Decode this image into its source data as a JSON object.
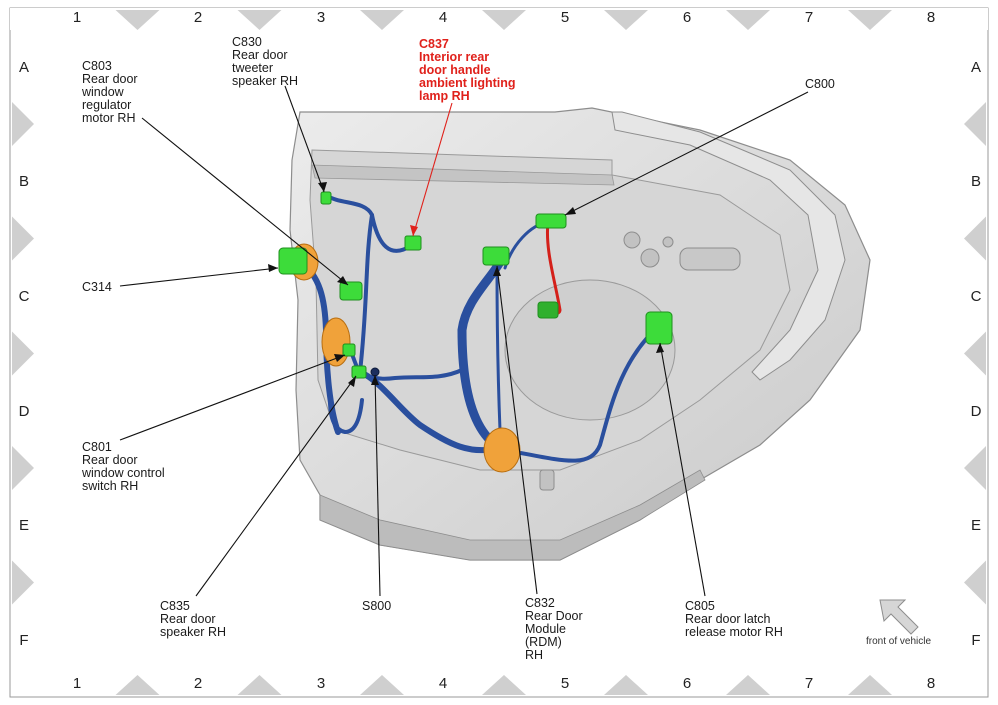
{
  "grid": {
    "columns": [
      "1",
      "2",
      "3",
      "4",
      "5",
      "6",
      "7",
      "8"
    ],
    "rows": [
      "A",
      "B",
      "C",
      "D",
      "E",
      "F"
    ]
  },
  "callouts": [
    {
      "id": "c803",
      "lines": [
        "C803",
        "Rear door",
        "window",
        "regulator",
        "motor RH"
      ],
      "highlight": false
    },
    {
      "id": "c830",
      "lines": [
        "C830",
        "Rear door",
        "tweeter",
        "speaker RH"
      ],
      "highlight": false
    },
    {
      "id": "c837",
      "lines": [
        "C837",
        "Interior rear",
        "door handle",
        "ambient lighting",
        "lamp RH"
      ],
      "highlight": true
    },
    {
      "id": "c800",
      "lines": [
        "C800"
      ],
      "highlight": false
    },
    {
      "id": "c314",
      "lines": [
        "C314"
      ],
      "highlight": false
    },
    {
      "id": "c801",
      "lines": [
        "C801",
        "Rear door",
        "window control",
        "switch RH"
      ],
      "highlight": false
    },
    {
      "id": "c835",
      "lines": [
        "C835",
        "Rear door",
        "speaker RH"
      ],
      "highlight": false
    },
    {
      "id": "s800",
      "lines": [
        "S800"
      ],
      "highlight": false
    },
    {
      "id": "c832",
      "lines": [
        "C832",
        "Rear Door",
        "Module",
        "(RDM)",
        "RH"
      ],
      "highlight": false
    },
    {
      "id": "c805",
      "lines": [
        "C805",
        "Rear door latch",
        "release motor RH"
      ],
      "highlight": false
    }
  ],
  "orientation": {
    "label": "front of vehicle",
    "icon": "arrow-up-left-icon"
  },
  "colors": {
    "connector": "#3ddc3a",
    "harness": "#2a4f9e",
    "grommet": "#f0a23a",
    "door_panel": "#d9d9d9",
    "highlight_text": "#e0211b",
    "highlight_wire": "#d4201a"
  }
}
